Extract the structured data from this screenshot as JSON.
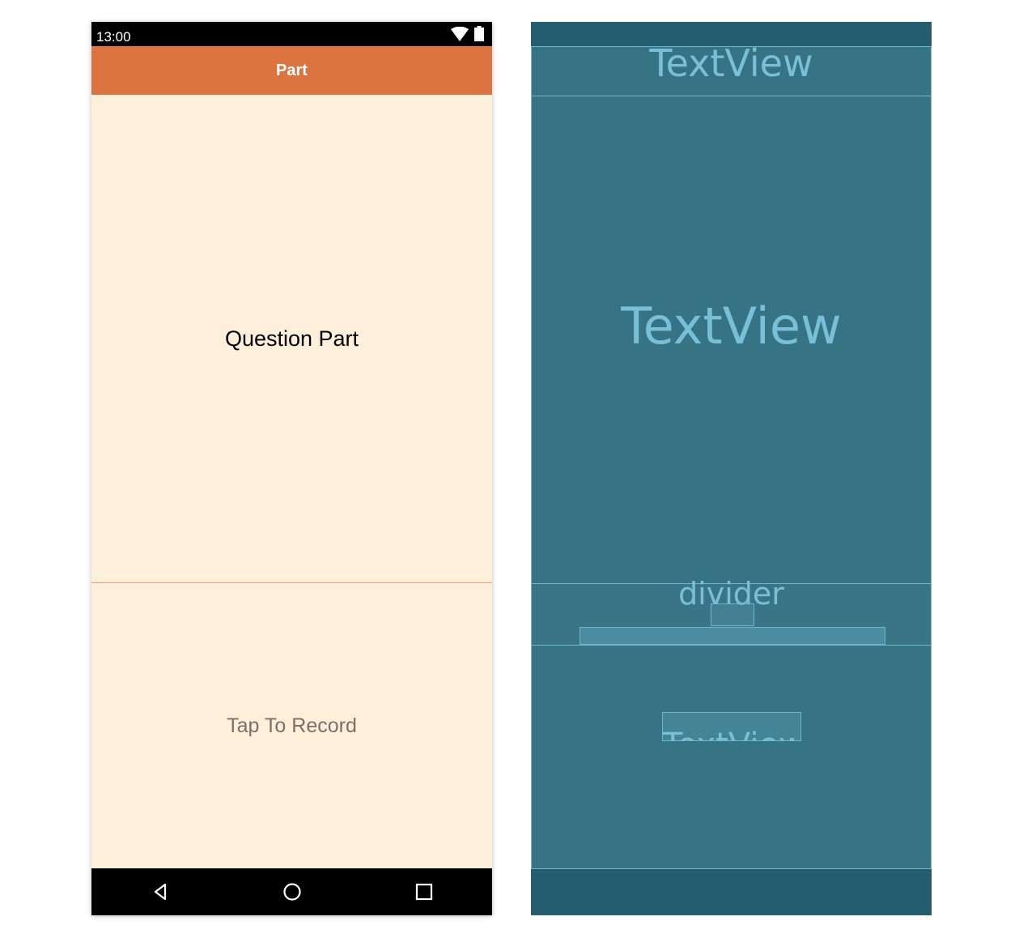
{
  "design_view": {
    "status_bar": {
      "time": "13:00",
      "icons": [
        "wifi-icon",
        "battery-icon"
      ]
    },
    "app_bar": {
      "title": "Part",
      "color": "#db7441"
    },
    "question": {
      "text": "Question Part"
    },
    "record": {
      "text": "Tap To Record"
    },
    "nav_bar": {
      "icons": [
        "back-icon",
        "home-icon",
        "recents-icon"
      ]
    },
    "background_color": "#fdefda"
  },
  "blueprint_view": {
    "title_label": "TextView",
    "question_label": "TextView",
    "divider_label": "divider",
    "record_label": "TextView",
    "background_color": "#367384"
  }
}
